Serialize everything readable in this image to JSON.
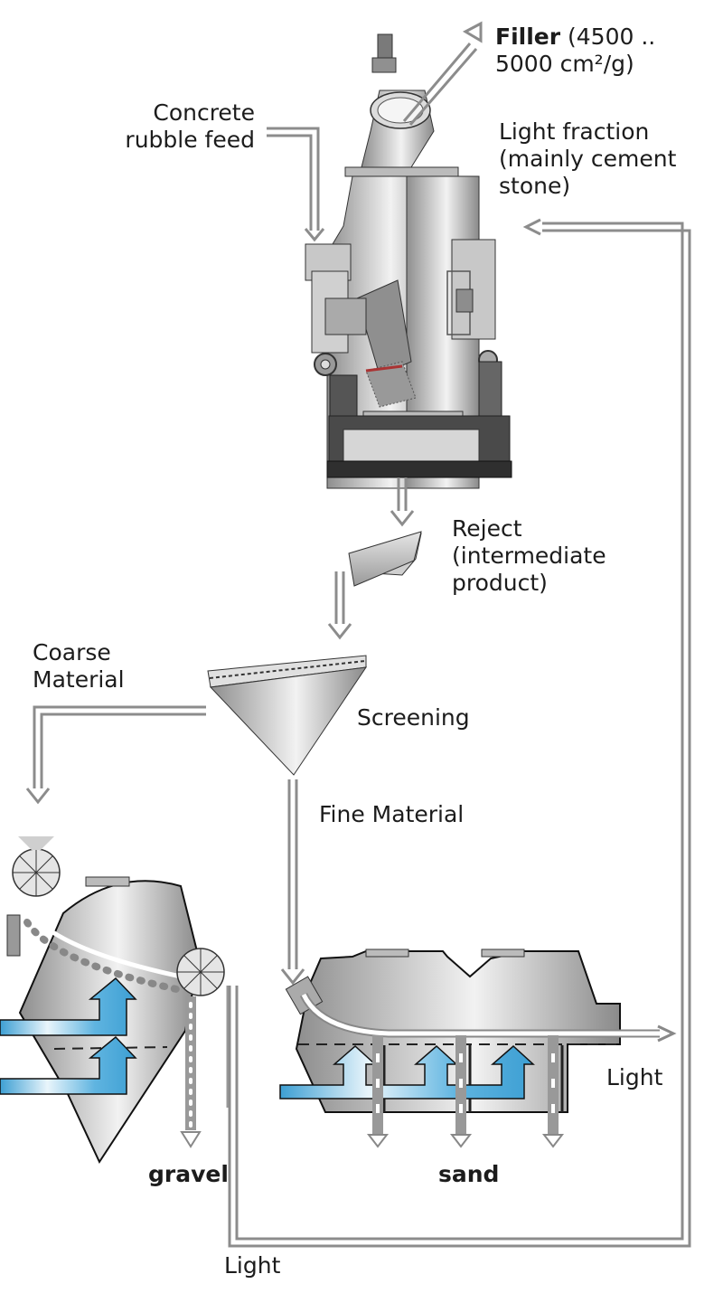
{
  "title": "Concrete rubble recycling process",
  "labels": {
    "filler_bold": "Filler",
    "filler_rest_line1": " (4500 ..",
    "filler_line2": "5000 cm²/g)",
    "feed_line1": "Concrete",
    "feed_line2": "rubble feed",
    "light_fraction_line1": "Light fraction",
    "light_fraction_line2": "(mainly cement",
    "light_fraction_line3": "stone)",
    "reject_line1": "Reject",
    "reject_line2": "(intermediate",
    "reject_line3": "product)",
    "coarse_line1": "Coarse",
    "coarse_line2": "Material",
    "screening": "Screening",
    "fine_material": "Fine Material",
    "gravel": "gravel",
    "sand": "sand",
    "light_right": "Light",
    "light_bottom": "Light"
  },
  "colors": {
    "pipe": "#8c8c8c",
    "air_blue": "#3d9fd3",
    "steel": "#b4b4b4",
    "dark": "#3a3a3a"
  }
}
